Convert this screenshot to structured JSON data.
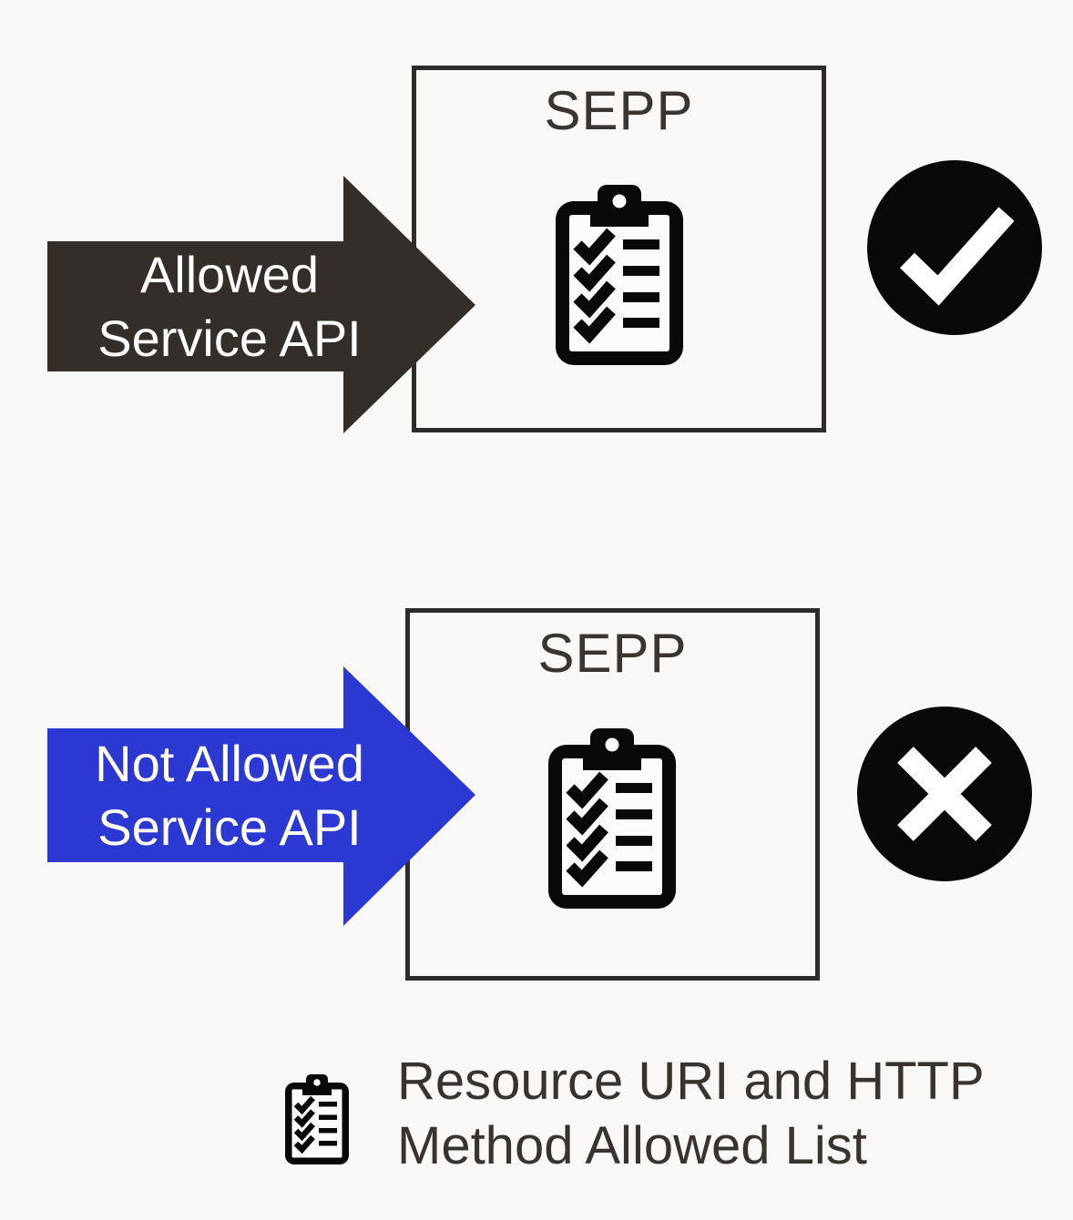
{
  "colors": {
    "background": "#f9f8f6",
    "box_border": "#2e2b28",
    "title_text": "#3a3531",
    "dark_arrow": "#332e2a",
    "blue_arrow": "#2b38d2",
    "arrow_text": "#ffffff",
    "icon_black": "#0a0908",
    "legend_text": "#38332f",
    "clipboard_paper": "#fcfbf9"
  },
  "flows": [
    {
      "arrow_line1": "Allowed",
      "arrow_line2": "Service API",
      "box_title": "SEPP",
      "box_icon": "clipboard-checklist-icon",
      "result_icon": "check-circle-icon",
      "result": "allowed"
    },
    {
      "arrow_line1": "Not Allowed",
      "arrow_line2": "Service API",
      "box_title": "SEPP",
      "box_icon": "clipboard-checklist-icon",
      "result_icon": "cross-circle-icon",
      "result": "not-allowed"
    }
  ],
  "legend": {
    "icon": "clipboard-checklist-icon",
    "line1": "Resource URI and HTTP",
    "line2": "Method Allowed List"
  }
}
